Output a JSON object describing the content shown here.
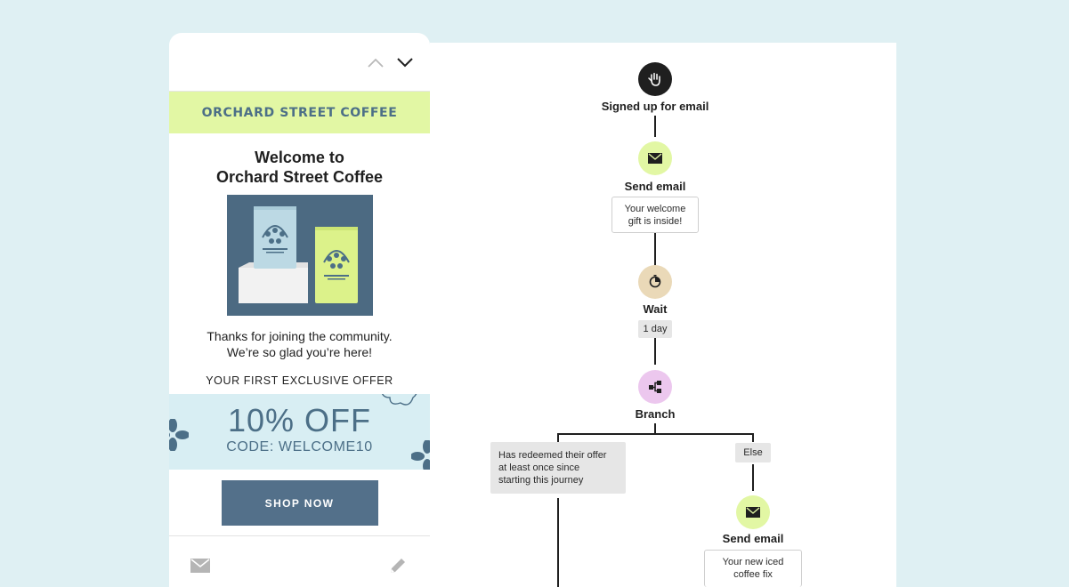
{
  "email": {
    "brand": "ORCHARD STREET COFFEE",
    "welcome_line1": "Welcome to",
    "welcome_line2": "Orchard Street Coffee",
    "thanks_line1": "Thanks for joining the community.",
    "thanks_line2": "We’re so glad you’re here!",
    "offer_heading": "YOUR FIRST EXCLUSIVE OFFER",
    "offer_percent": "10% OFF",
    "offer_code": "CODE: WELCOME10",
    "shop_button": "SHOP NOW"
  },
  "flow": {
    "trigger_label": "Signed up for email",
    "send_email_1_label": "Send email",
    "send_email_1_subject": [
      "Your welcome",
      "gift is inside!"
    ],
    "wait_label": "Wait",
    "wait_duration": "1 day",
    "branch_label": "Branch",
    "condition": [
      "Has redeemed their offer",
      "at least once since",
      "starting this journey"
    ],
    "else_label": "Else",
    "send_email_2_label": "Send email",
    "send_email_2_subject": [
      "Your new iced",
      "coffee fix"
    ]
  },
  "colors": {
    "brand_bar": "#e2f7a4",
    "brand_text": "#4c6f87",
    "offer_band": "#d8eef3",
    "shop_button": "#53708a",
    "node_trigger": "#1f1f1f",
    "node_email": "#e2f7a4",
    "node_wait": "#ead9b8",
    "node_branch": "#ecc7ee",
    "background": "#dff0f3"
  },
  "icons": [
    "chevron-up-icon",
    "chevron-down-icon",
    "mail-icon",
    "pencil-icon",
    "hand-icon",
    "timer-icon",
    "branch-icon",
    "flower-icon"
  ]
}
